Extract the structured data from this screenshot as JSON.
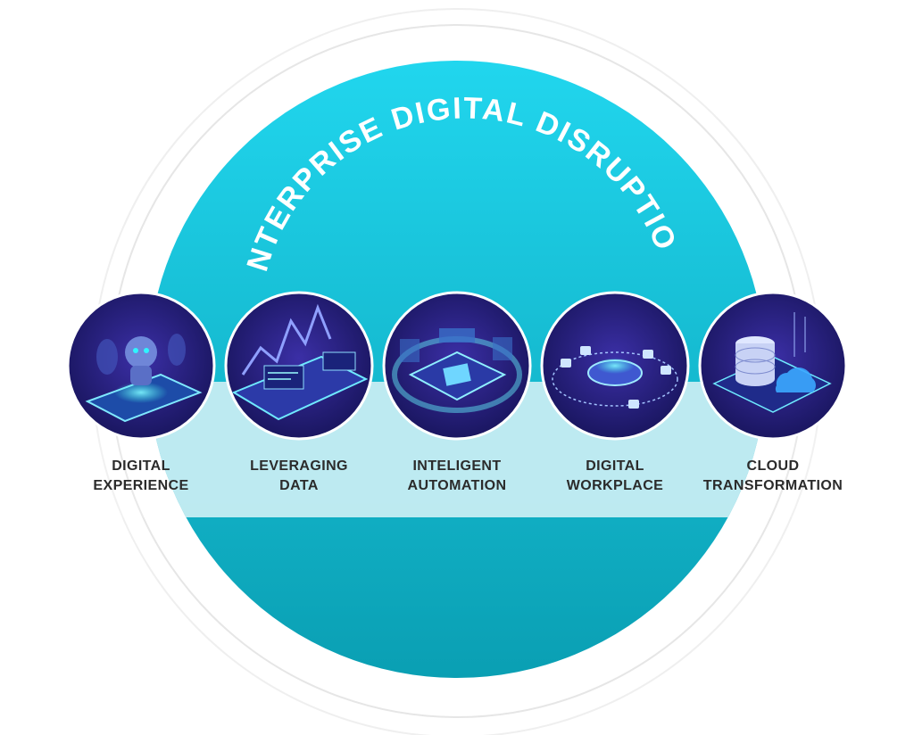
{
  "title": "ENTERPRISE DIGITAL DISRUPTION",
  "colors": {
    "disc_top": "#1ed1ec",
    "disc_bottom": "#0aa3b6",
    "band": "#b9e9f0",
    "icon_dark": "#1b1960",
    "icon_mid": "#3d2fa8",
    "glow": "#3ef0e6",
    "label": "#2b2b2b"
  },
  "pillars": [
    {
      "line1": "DIGITAL",
      "line2": "EXPERIENCE",
      "icon": "robot-phone-icon"
    },
    {
      "line1": "LEVERAGING",
      "line2": "DATA",
      "icon": "data-charts-icon"
    },
    {
      "line1": "INTELIGENT",
      "line2": "AUTOMATION",
      "icon": "chip-icon"
    },
    {
      "line1": "DIGITAL",
      "line2": "WORKPLACE",
      "icon": "network-platform-icon"
    },
    {
      "line1": "CLOUD",
      "line2": "TRANSFORMATION",
      "icon": "cloud-database-icon"
    }
  ]
}
